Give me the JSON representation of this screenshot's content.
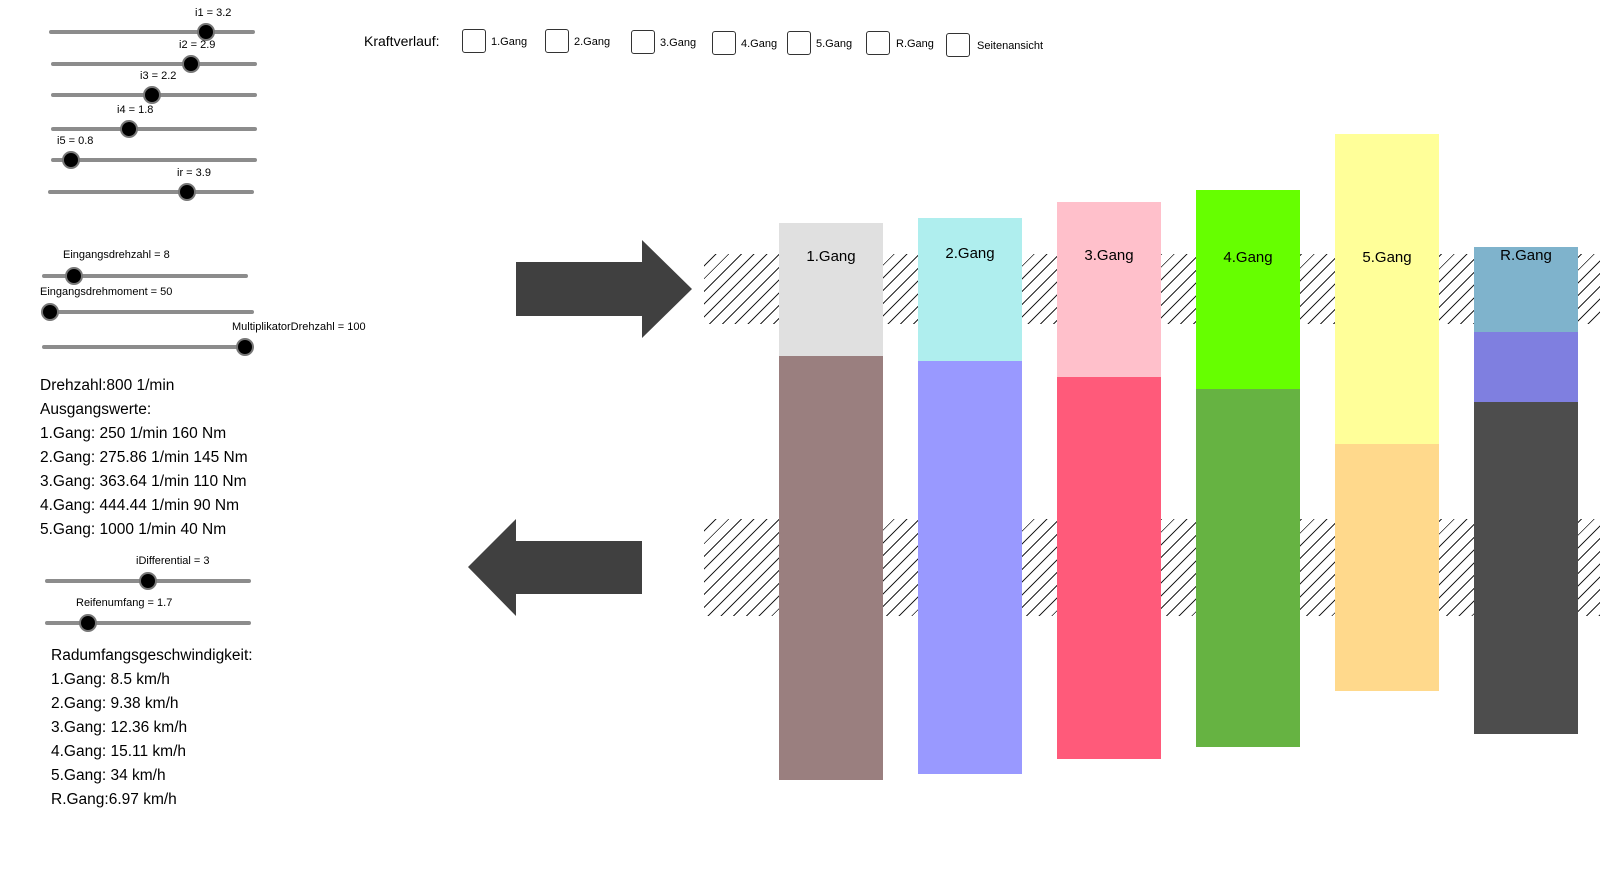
{
  "sliders": [
    {
      "id": "i1",
      "label": "i1 = 3.2",
      "value": 3.2
    },
    {
      "id": "i2",
      "label": "i2 = 2.9",
      "value": 2.9
    },
    {
      "id": "i3",
      "label": "i3 = 2.2",
      "value": 2.2
    },
    {
      "id": "i4",
      "label": "i4 = 1.8",
      "value": 1.8
    },
    {
      "id": "i5",
      "label": "i5 = 0.8",
      "value": 0.8
    },
    {
      "id": "ir",
      "label": "ir = 3.9",
      "value": 3.9
    },
    {
      "id": "eingangsdrehzahl",
      "label": "Eingangsdrehzahl = 8",
      "value": 8
    },
    {
      "id": "eingangsdrehmoment",
      "label": "Eingangsdrehmoment = 50",
      "value": 50
    },
    {
      "id": "multiplikator",
      "label": "MultiplikatorDrehzahl = 100",
      "value": 100
    },
    {
      "id": "idifferential",
      "label": "iDifferential = 3",
      "value": 3
    },
    {
      "id": "reifenumfang",
      "label": "Reifenumfang = 1.7",
      "value": 1.7
    }
  ],
  "kraftverlauf": {
    "label": "Kraftverlauf:",
    "options": [
      {
        "label": "1.Gang",
        "checked": false
      },
      {
        "label": "2.Gang",
        "checked": false
      },
      {
        "label": "3.Gang",
        "checked": false
      },
      {
        "label": "4.Gang",
        "checked": false
      },
      {
        "label": "5.Gang",
        "checked": false
      },
      {
        "label": "R.Gang",
        "checked": false
      },
      {
        "label": "Seitenansicht",
        "checked": false
      }
    ]
  },
  "output_values": [
    "Drehzahl:800 1/min",
    "Ausgangswerte:",
    "1.Gang: 250 1/min 160 Nm",
    "2.Gang: 275.86 1/min 145 Nm",
    "3.Gang: 363.64 1/min 110 Nm",
    "4.Gang: 444.44 1/min 90 Nm",
    "5.Gang: 1000 1/min 40 Nm"
  ],
  "wheel_speeds": [
    "Radumfangsgeschwindigkeit:",
    "1.Gang: 8.5 km/h",
    "2.Gang: 9.38 km/h",
    "3.Gang: 12.36 km/h",
    "4.Gang: 15.11 km/h",
    "5.Gang: 34 km/h",
    "R.Gang:6.97 km/h"
  ],
  "gears": [
    {
      "label": "1.Gang",
      "top_color": "#e0e0e0",
      "bottom_color": "#9a7f7f"
    },
    {
      "label": "2.Gang",
      "top_color": "#afeeee",
      "bottom_color": "#9999ff"
    },
    {
      "label": "3.Gang",
      "top_color": "#ffc0cb",
      "bottom_color": "#ff5a7a"
    },
    {
      "label": "4.Gang",
      "top_color": "#66ff00",
      "bottom_color": "#66b342"
    },
    {
      "label": "5.Gang",
      "top_color": "#ffff99",
      "bottom_color": "#ffd98c"
    },
    {
      "label": "R.Gang",
      "top_color": "#7fb3cc",
      "middle_color": "#7f7fe0",
      "bottom_color": "#4d4d4d"
    }
  ],
  "colors": {
    "arrow": "#404040",
    "slider_track": "#8c8c8c",
    "hatch": "#222222"
  }
}
